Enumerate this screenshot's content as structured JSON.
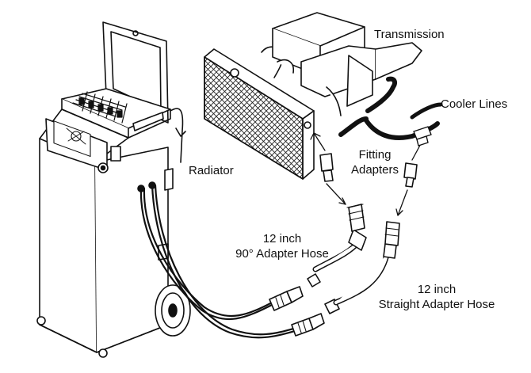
{
  "labels": {
    "transmission": "Transmission",
    "cooler_lines": "Cooler Lines",
    "radiator": "Radiator",
    "fitting_adapters": [
      "Fitting",
      "Adapters"
    ],
    "adapter_hose_90": [
      "12 inch",
      "90° Adapter Hose"
    ],
    "straight_adapter_hose": [
      "12 inch",
      "Straight Adapter Hose"
    ]
  },
  "colors": {
    "line": "#111111",
    "paper": "#ffffff"
  }
}
